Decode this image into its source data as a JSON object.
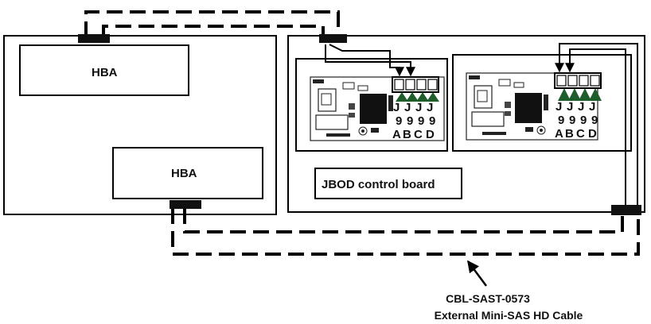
{
  "host_labels": {
    "hba_top": "HBA",
    "hba_bottom": "HBA"
  },
  "jbod_label": "JBOD control board",
  "board_left": {
    "connector_letters": [
      "J",
      "J",
      "J",
      "J"
    ],
    "connector_digits": [
      "9",
      "9",
      "9",
      "9"
    ],
    "connector_suffixes": [
      "A",
      "B",
      "C",
      "D"
    ]
  },
  "board_right": {
    "connector_letters": [
      "J",
      "J",
      "J",
      "J"
    ],
    "connector_digits": [
      "9",
      "9",
      "9",
      "9"
    ],
    "connector_suffixes": [
      "A",
      "B",
      "C",
      "D"
    ]
  },
  "callout": {
    "part_number": "CBL-SAST-0573",
    "description": "External Mini-SAS HD Cable"
  },
  "colors": {
    "line": "#000000",
    "connector_green": "#1f5e2a",
    "chip": "#111111"
  }
}
